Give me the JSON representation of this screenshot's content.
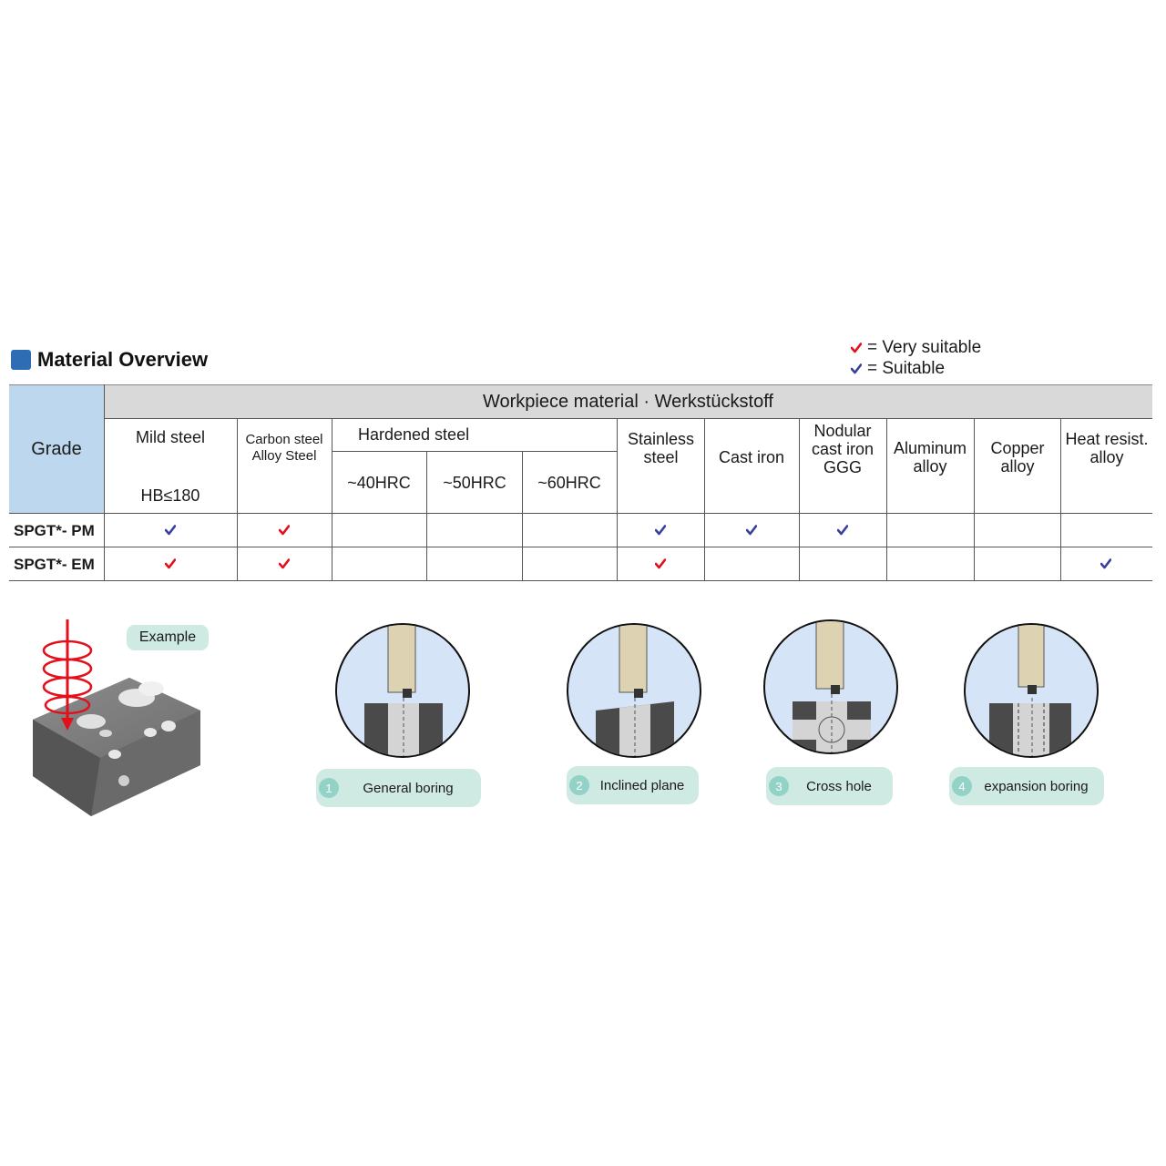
{
  "section": {
    "title": "Material Overview",
    "accent_color": "#2e6db4"
  },
  "legend": [
    {
      "symbol": "red-check",
      "label": "= Very suitable",
      "color": "#e3101b"
    },
    {
      "symbol": "blue-check",
      "label": "= Suitable",
      "color": "#3a3f9e"
    }
  ],
  "table": {
    "grade_header": "Grade",
    "workpiece_header": "Workpiece material · Werkstückstoff",
    "columns": {
      "mild_steel": "Mild steel",
      "mild_steel_sub": "HB≤180",
      "carbon_steel": "Carbon steel\nAlloy Steel",
      "hardened_steel": "Hardened steel",
      "hrc40": "~40HRC",
      "hrc50": "~50HRC",
      "hrc60": "~60HRC",
      "stainless": "Stainless\nsteel",
      "cast_iron": "Cast iron",
      "nodular": "Nodular\ncast iron\nGGG",
      "aluminum": "Aluminum\nalloy",
      "copper": "Copper\nalloy",
      "heat_resist": "Heat resist.\nalloy"
    },
    "rows": [
      {
        "grade": "SPGT*- PM",
        "marks": [
          "suitable",
          "very",
          "",
          "",
          "",
          "suitable",
          "suitable",
          "suitable",
          "",
          "",
          ""
        ]
      },
      {
        "grade": "SPGT*- EM",
        "marks": [
          "very",
          "very",
          "",
          "",
          "",
          "very",
          "",
          "",
          "",
          "",
          "suitable"
        ]
      }
    ],
    "header_fill": "#d9d9d9",
    "grade_fill": "#bdd7ee"
  },
  "example_label": "Example",
  "operations": [
    {
      "number": "1",
      "label": "General boring"
    },
    {
      "number": "2",
      "label": "Inclined plane"
    },
    {
      "number": "3",
      "label": "Cross hole"
    },
    {
      "number": "4",
      "label": "expansion boring"
    }
  ]
}
